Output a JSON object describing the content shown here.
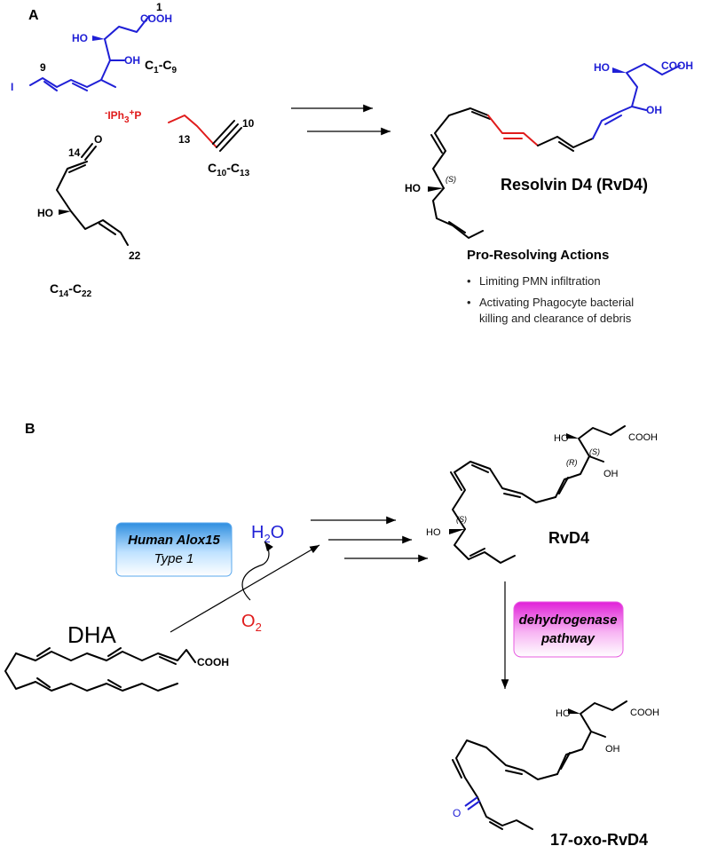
{
  "panel_a": {
    "label": "A",
    "frag1": {
      "ho": "HO",
      "oh": "OH",
      "cooh": "COOH",
      "c1": "1",
      "c9": "9",
      "iodo": "I",
      "name_main": "C",
      "name_s1": "1",
      "name_mid": "-C",
      "name_s2": "9"
    },
    "frag2": {
      "ylide": "IPh",
      "ylide_s3": "3",
      "plus": "+",
      "minus": "-",
      "p": "P",
      "c10": "10",
      "c13": "13",
      "name_main": "C",
      "name_s1": "10",
      "name_mid": "-C",
      "name_s2": "13"
    },
    "frag3": {
      "o": "O",
      "c14": "14",
      "ho": "HO",
      "c22": "22",
      "name_main": "C",
      "name_s1": "14",
      "name_mid": "-C",
      "name_s2": "22"
    },
    "product": {
      "ho_top": "HO",
      "cooh": "COOH",
      "oh": "OH",
      "ho_left": "HO",
      "stereo_s": "(S)",
      "name": "Resolvin D4 (RvD4)"
    },
    "actions": {
      "title": "Pro-Resolving Actions",
      "items": [
        "Limiting PMN infiltration",
        "Activating Phagocyte bacterial",
        "killing and clearance of debris"
      ],
      "bullet": "•"
    }
  },
  "panel_b": {
    "label": "B",
    "enzyme": {
      "line1": "Human Alox15",
      "line2": "Type 1",
      "color": "#2f8fe0"
    },
    "water": {
      "h": "H",
      "sub": "2",
      "o": "O"
    },
    "oxygen": {
      "o": "O",
      "sub": "2"
    },
    "dha": {
      "name": "DHA",
      "cooh": "COOH"
    },
    "rvd4": {
      "ho_top": "HO",
      "cooh": "COOH",
      "oh": "OH",
      "ho_left": "HO",
      "stereo_s1": "(S)",
      "stereo_r": "(R)",
      "stereo_s2": "(S)",
      "name": "RvD4"
    },
    "pathway": {
      "line1": "dehydrogenase",
      "line2": "pathway",
      "color": "#e020d8"
    },
    "oxo": {
      "ho": "HO",
      "cooh": "COOH",
      "oh": "OH",
      "o": "O",
      "name": "17-oxo-RvD4"
    }
  },
  "colors": {
    "blue": "#1f1fd6",
    "red": "#e01b1b",
    "black": "#000000"
  }
}
